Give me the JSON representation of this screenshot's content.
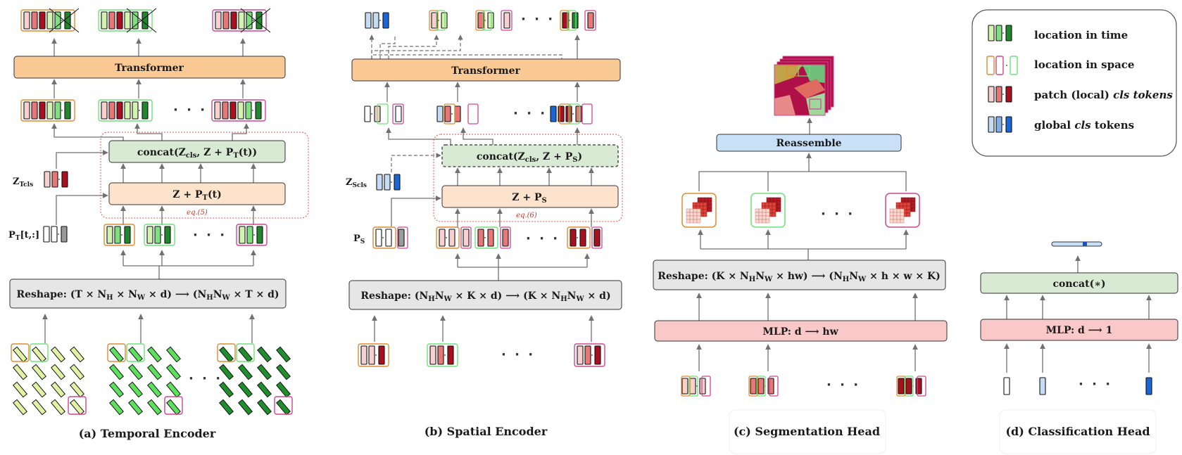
{
  "panels": {
    "temporal": {
      "caption": "(a) Temporal Encoder",
      "transformer": "Transformer",
      "concat": "concat(Z",
      "concat_sub": "cls",
      "concat_rest": ", Z + P",
      "concat_sub2": "T",
      "concat_end": "(t))",
      "add": "Z + P",
      "add_sub": "T",
      "add_end": "(t)",
      "eq": "eq.(5)",
      "zlabel": "Z",
      "zlabel_sub": "Tcls",
      "plabel": "P",
      "plabel_sub": "T",
      "plabel_end": "[t,:]",
      "reshape": "Reshape: (T × N",
      "reshape_s1": "H",
      "reshape_m1": " × N",
      "reshape_s2": "W",
      "reshape_m2": " × d) ⟶ (N",
      "reshape_s3": "H",
      "reshape_m3": "N",
      "reshape_s4": "W",
      "reshape_end": " × T × d)"
    },
    "spatial": {
      "caption": "(b) Spatial Encoder",
      "transformer": "Transformer",
      "concat": "concat(Z",
      "concat_sub": "cls",
      "concat_rest": ", Z + P",
      "concat_sub2": "S",
      "concat_end": ")",
      "add": "Z + P",
      "add_sub": "S",
      "eq": "eq.(6)",
      "zlabel": "Z",
      "zlabel_sub": "Scls",
      "plabel": "P",
      "plabel_sub": "S",
      "reshape": "Reshape: (N",
      "reshape_s1": "H",
      "reshape_m1": "N",
      "reshape_s2": "W",
      "reshape_m2": " × K × d) ⟶ (K × N",
      "reshape_s3": "H",
      "reshape_m3": "N",
      "reshape_s4": "W",
      "reshape_end": " × d)"
    },
    "segmentation": {
      "caption": "(c) Segmentation Head",
      "reassemble": "Reassemble",
      "reshape": "Reshape: (K × N",
      "reshape_s1": "H",
      "reshape_m1": "N",
      "reshape_s2": "W",
      "reshape_m2": " × hw) ⟶ (N",
      "reshape_s3": "H",
      "reshape_m3": "N",
      "reshape_s4": "W",
      "reshape_end": " × h × w × K)",
      "mlp": "MLP: d ⟶ hw"
    },
    "classification": {
      "caption": "(d) Classification Head",
      "concat": "concat(∗)",
      "mlp": "MLP: d ⟶ 1"
    }
  },
  "legend": {
    "items": [
      {
        "label": "location in time"
      },
      {
        "label": "location in space"
      },
      {
        "label": "patch (local) ",
        "label_em": "cls tokens"
      },
      {
        "label": "global ",
        "label_em": "cls",
        "label_end": " tokens"
      }
    ]
  },
  "ellipsis": "· · ·",
  "colors": {
    "transformer": "#fbc994",
    "concat": "#d8e9d4",
    "add": "#fde3cc",
    "reshape": "#e6e6e6",
    "mlp": "#f9c8c8",
    "reassemble": "#c9e1f8",
    "orange": "#e08a2e",
    "green": "#6fe07a",
    "pink": "#d0458f",
    "red_dashed": "#d9534f"
  }
}
